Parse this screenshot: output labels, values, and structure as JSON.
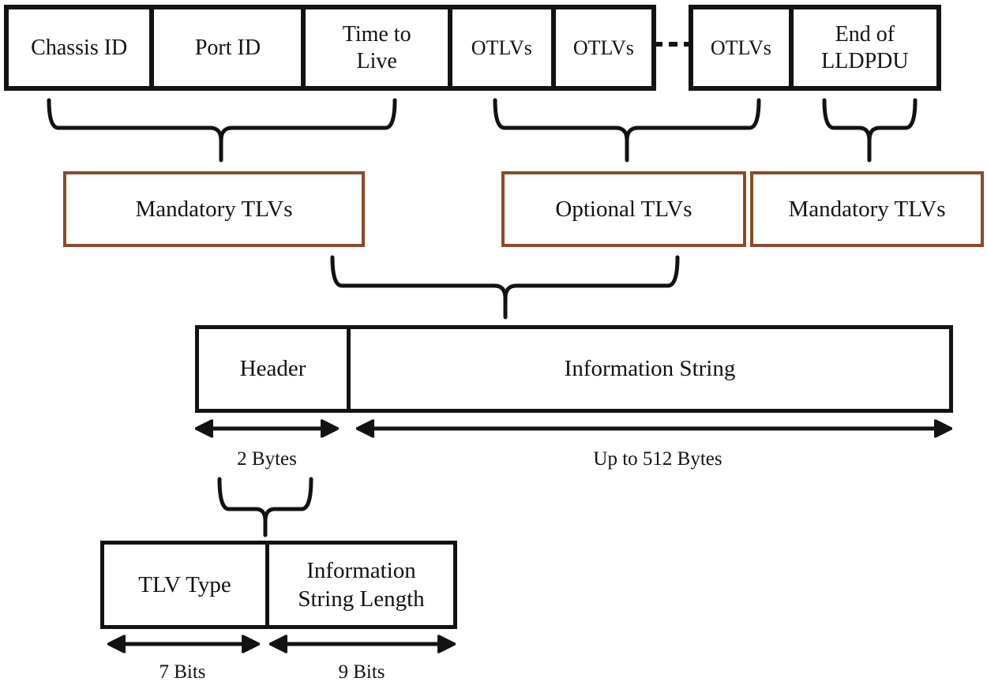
{
  "frame_fields": [
    {
      "label": "Chassis ID"
    },
    {
      "label": "Port ID"
    },
    {
      "label": "Time to Live"
    },
    {
      "label": "OTLVs"
    },
    {
      "label": "OTLVs"
    },
    {
      "label": "OTLVs"
    },
    {
      "label": "End of LLDPDU"
    }
  ],
  "tlv_groups": [
    {
      "label": "Mandatory TLVs"
    },
    {
      "label": "Optional TLVs"
    },
    {
      "label": "Mandatory TLVs"
    }
  ],
  "tlv_format": {
    "header": "Header",
    "information_string": "Information String",
    "header_size": "2 Bytes",
    "information_size": "Up to 512 Bytes"
  },
  "header_format": {
    "tlv_type": "TLV Type",
    "info_string_length": "Information String Length",
    "tlv_type_size": "7 Bits",
    "length_size": "9 Bits"
  },
  "colors": {
    "line": "#121212",
    "group_border": "#8B4B2A"
  }
}
